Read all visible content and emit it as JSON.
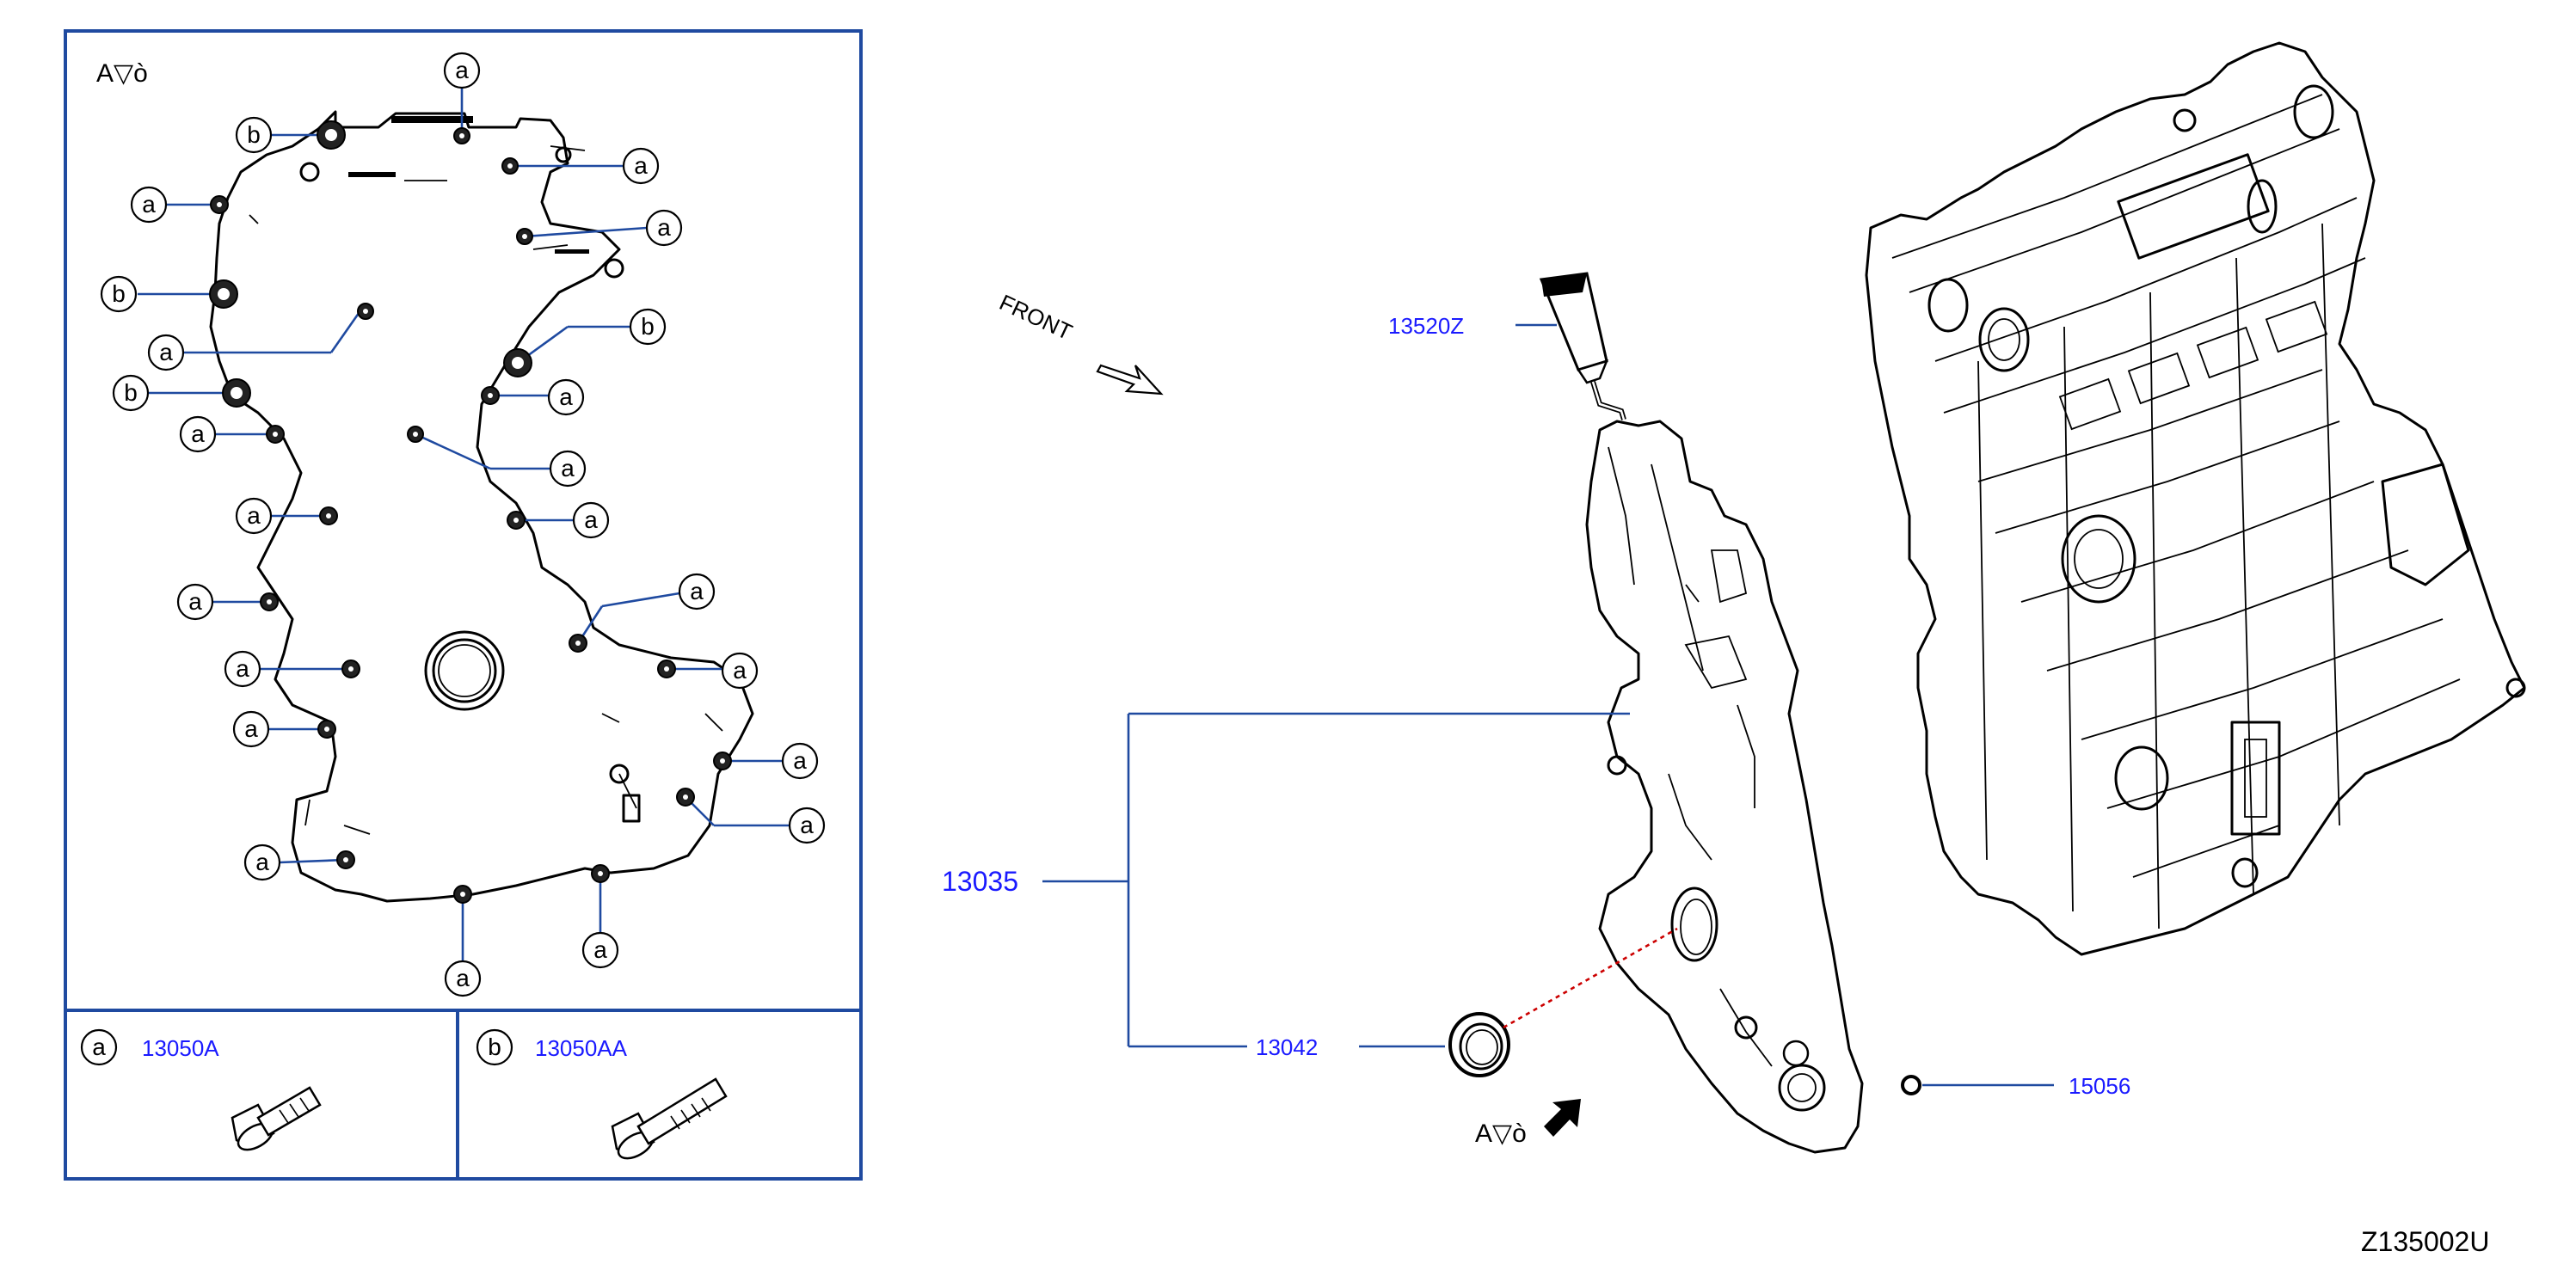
{
  "detail_view": {
    "view_label": "A▽ò",
    "legend": [
      {
        "marker": "a",
        "part_number": "13050A"
      },
      {
        "marker": "b",
        "part_number": "13050AA"
      }
    ]
  },
  "callout_markers": {
    "a": "a",
    "b": "b"
  },
  "direction_label": "FRONT",
  "view_arrow_label": "A▽ò",
  "part_labels": {
    "sealant": "13520Z",
    "cover_assembly": "13035",
    "oil_seal": "13042",
    "o_ring": "15056"
  },
  "diagram_code": "Z135002U",
  "colors": {
    "part_number_text": "#1a1aff",
    "leader_line": "#1f4aa0",
    "frame": "#1f4aa0"
  }
}
